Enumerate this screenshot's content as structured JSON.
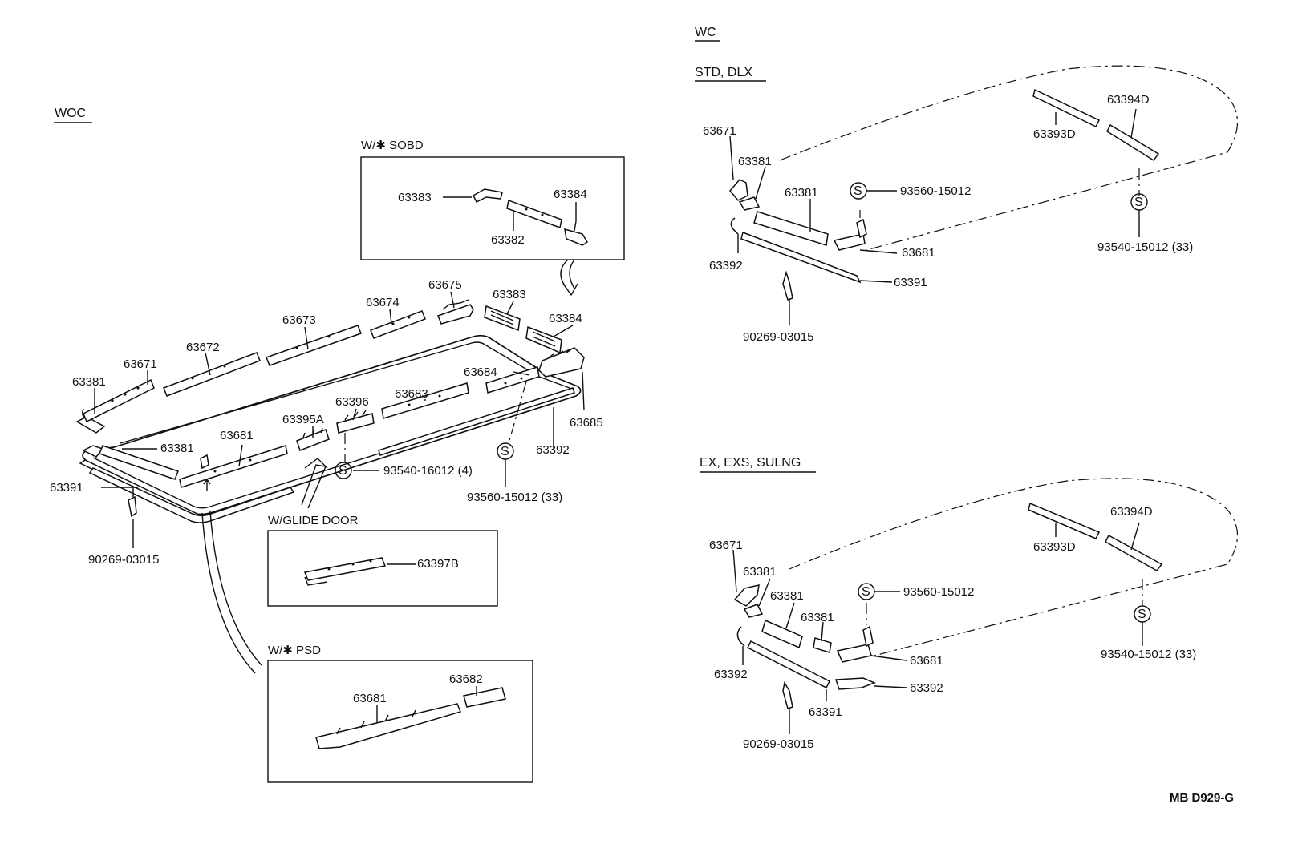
{
  "headers": {
    "woc": "WOC",
    "wc": "WC",
    "std_dlx": "STD, DLX",
    "ex_exs_sulng": "EX, EXS, SULNG"
  },
  "boxes": {
    "sobd": "W/✱ SOBD",
    "glide_door": "W/GLIDE DOOR",
    "psd": "W/✱ PSD"
  },
  "screw_symbol": "S",
  "woc": {
    "p63381a": "63381",
    "p63671": "63671",
    "p63672": "63672",
    "p63673": "63673",
    "p63674": "63674",
    "p63675": "63675",
    "p63383": "63383",
    "p63384": "63384",
    "p63684": "63684",
    "p63685": "63685",
    "p63683": "63683",
    "p63396": "63396",
    "p63395a": "63395A",
    "p63681": "63681",
    "p63381b": "63381",
    "p63391": "63391",
    "p63392": "63392",
    "p90269": "90269-03015",
    "p93540": "93540-16012 (4)",
    "p93560": "93560-15012 (33)"
  },
  "sobd": {
    "p63383": "63383",
    "p63384": "63384",
    "p63382": "63382"
  },
  "glide": {
    "p63397b": "63397B"
  },
  "psd": {
    "p63681": "63681",
    "p63682": "63682"
  },
  "std": {
    "p63671": "63671",
    "p63381a": "63381",
    "p63381b": "63381",
    "p93560": "93560-15012",
    "p63681": "63681",
    "p63391": "63391",
    "p63392": "63392",
    "p90269": "90269-03015",
    "p63393d": "63393D",
    "p63394d": "63394D",
    "p93540": "93540-15012 (33)"
  },
  "ex": {
    "p63671": "63671",
    "p63381a": "63381",
    "p63381b": "63381",
    "p63381c": "63381",
    "p93560": "93560-15012",
    "p63681": "63681",
    "p63392a": "63392",
    "p63392b": "63392",
    "p63391": "63391",
    "p90269": "90269-03015",
    "p63393d": "63393D",
    "p63394d": "63394D",
    "p93540": "93540-15012 (33)"
  },
  "code": "MB D929-G"
}
